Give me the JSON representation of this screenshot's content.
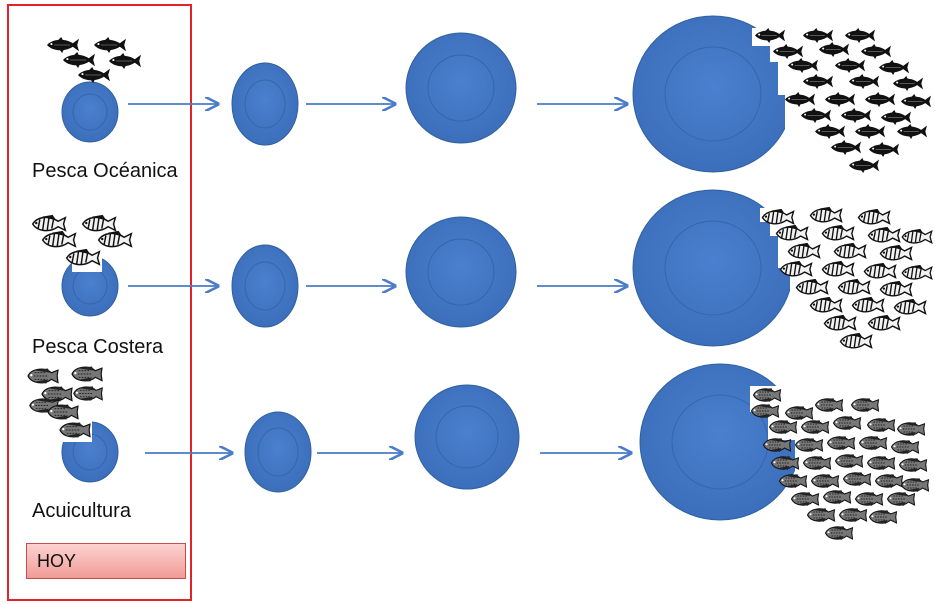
{
  "rows": [
    {
      "label": "Pesca Océanica",
      "fish_type": "tuna-fish-icon"
    },
    {
      "label": "Pesca Costera",
      "fish_type": "striped-reef-fish-icon"
    },
    {
      "label": "Acuicultura",
      "fish_type": "tilapia-fish-icon"
    }
  ],
  "today": {
    "label": "HOY"
  },
  "colors": {
    "circle_fill": "#4277c4",
    "circle_edge": "#30609f",
    "arrow": "#4a7cc7",
    "frame": "#e2242a",
    "badge_fill": "#f4a9a6",
    "fish_fill": "#111111"
  }
}
